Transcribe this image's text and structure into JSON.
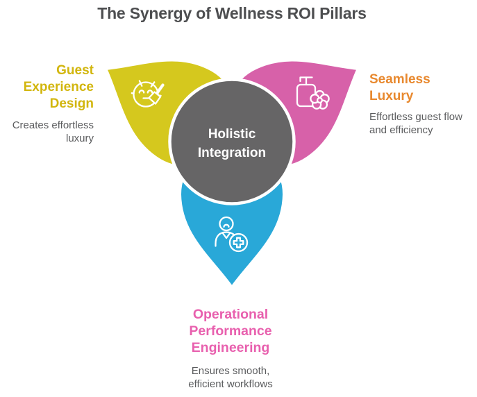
{
  "title": {
    "text": "The Synergy of Wellness ROI Pillars",
    "color": "#4d4e50"
  },
  "center": {
    "label": "Holistic Integration",
    "bg_color": "#666566",
    "text_color": "#ffffff",
    "border_color": "#ffffff"
  },
  "description_color": "#5b5c5e",
  "pillars": [
    {
      "id": "guest-experience-design",
      "label": "Guest Experience Design",
      "description": "Creates effortless luxury",
      "petal_color": "#d5c81e",
      "label_color": "#d2b60e",
      "icon": "facial-spa-brush-icon",
      "position": "top-left"
    },
    {
      "id": "seamless-luxury",
      "label": "Seamless Luxury",
      "description": "Effortless guest flow and efficiency",
      "petal_color": "#d761a9",
      "label_color": "#e8892f",
      "icon": "lotion-dispenser-flower-icon",
      "position": "top-right"
    },
    {
      "id": "operational-performance-engineering",
      "label": "Operational Performance Engineering",
      "description": "Ensures smooth, efficient workflows",
      "petal_color": "#29a8d8",
      "label_color": "#e860ae",
      "icon": "staff-person-plus-icon",
      "position": "bottom"
    }
  ]
}
